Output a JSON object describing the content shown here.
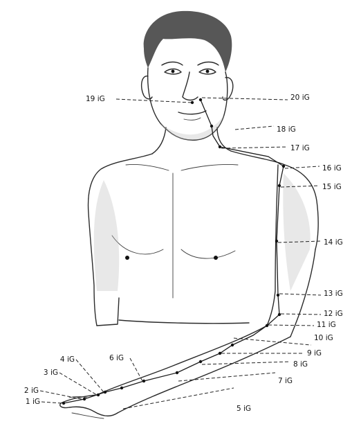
{
  "figure": {
    "points": [
      {
        "id": "p1",
        "label": "1 iG"
      },
      {
        "id": "p2",
        "label": "2 iG"
      },
      {
        "id": "p3",
        "label": "3 iG"
      },
      {
        "id": "p4",
        "label": "4 iG"
      },
      {
        "id": "p5",
        "label": "5 iG"
      },
      {
        "id": "p6",
        "label": "6 iG"
      },
      {
        "id": "p7",
        "label": "7 iG"
      },
      {
        "id": "p8",
        "label": "8 iG"
      },
      {
        "id": "p9",
        "label": "9 iG"
      },
      {
        "id": "p10",
        "label": "10 iG"
      },
      {
        "id": "p11",
        "label": "11 iG"
      },
      {
        "id": "p12",
        "label": "12 iG"
      },
      {
        "id": "p13",
        "label": "13 iG"
      },
      {
        "id": "p14",
        "label": "14 iG"
      },
      {
        "id": "p15",
        "label": "15 iG"
      },
      {
        "id": "p16",
        "label": "16 iG"
      },
      {
        "id": "p17",
        "label": "17 iG"
      },
      {
        "id": "p18",
        "label": "18 iG"
      },
      {
        "id": "p19",
        "label": "19 iG"
      },
      {
        "id": "p20",
        "label": "20 iG"
      }
    ]
  }
}
